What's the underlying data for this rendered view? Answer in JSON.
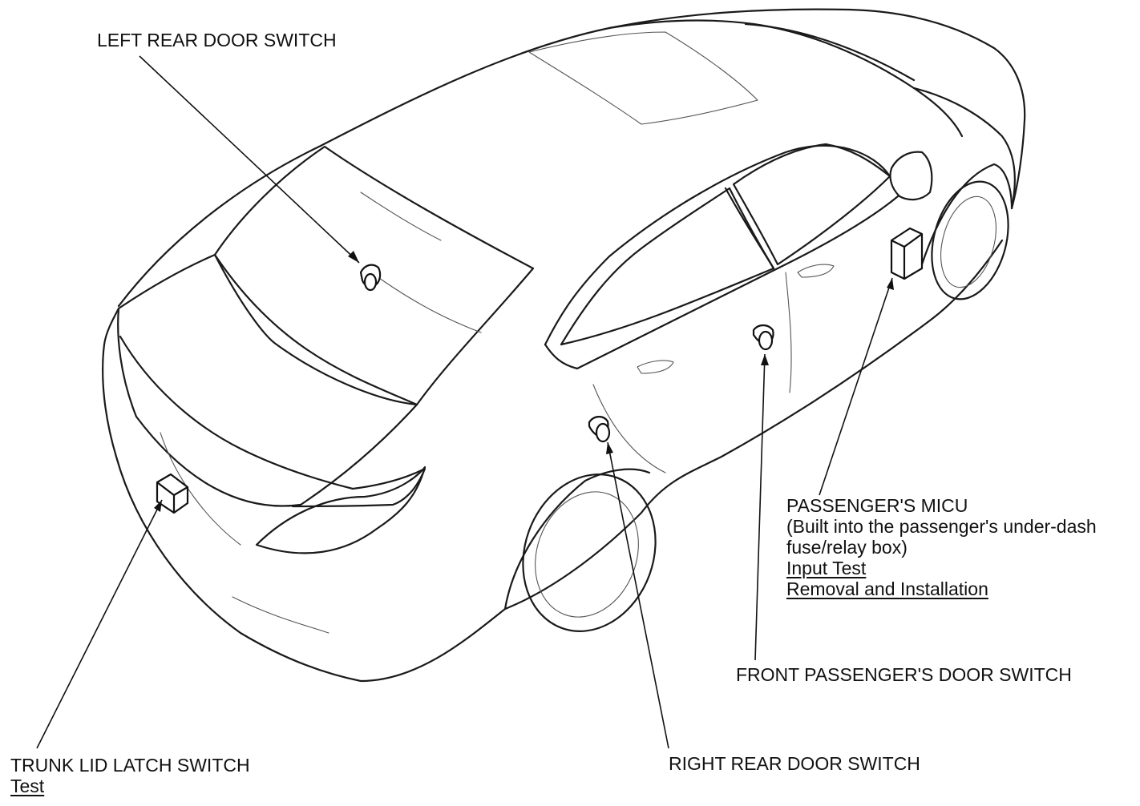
{
  "labels": {
    "left_rear_door_switch": "LEFT REAR DOOR SWITCH",
    "passengers_micu": {
      "title": "PASSENGER'S MICU",
      "desc_line1": "(Built into the passenger's under-dash",
      "desc_line2": "fuse/relay box)",
      "link_input_test": "Input Test",
      "link_removal": "Removal and Installation"
    },
    "front_passengers_door_switch": "FRONT PASSENGER'S DOOR SWITCH",
    "trunk_lid_latch_switch": {
      "title": "TRUNK LID LATCH SWITCH",
      "link_test": "Test"
    },
    "right_rear_door_switch": "RIGHT REAR DOOR SWITCH"
  }
}
